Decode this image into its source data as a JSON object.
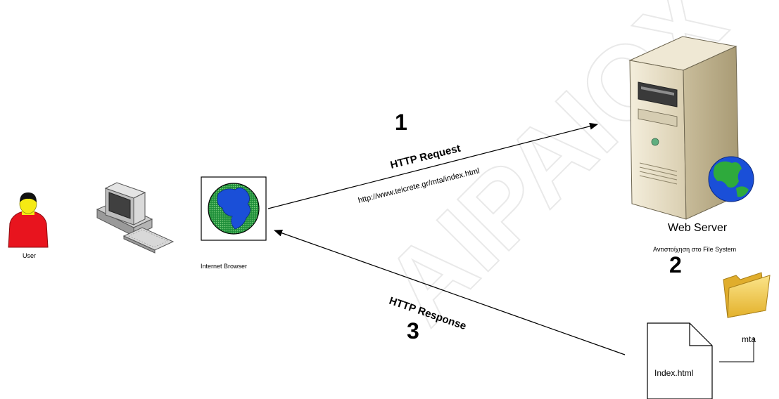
{
  "watermark": "AIPAIOX",
  "user": {
    "label": "User"
  },
  "browser": {
    "label": "Internet Browser"
  },
  "server": {
    "label": "Web Server",
    "mapping_label": "Αντιστοίχηση στο File System",
    "step": "2"
  },
  "request": {
    "step": "1",
    "label": "HTTP Request",
    "url": "http://www.teicrete.gr/mta/index.html"
  },
  "response": {
    "step": "3",
    "label": "HTTP Response"
  },
  "folder": {
    "label": "mta"
  },
  "file": {
    "label": "Index.html"
  },
  "colors": {
    "user_body": "#e8141e",
    "user_face": "#f5ea14",
    "globe_ocean": "#1a9a3a",
    "globe_land": "#1a4fd8",
    "server_case": "#e6ddc4",
    "folder": "#f4cd4a"
  }
}
